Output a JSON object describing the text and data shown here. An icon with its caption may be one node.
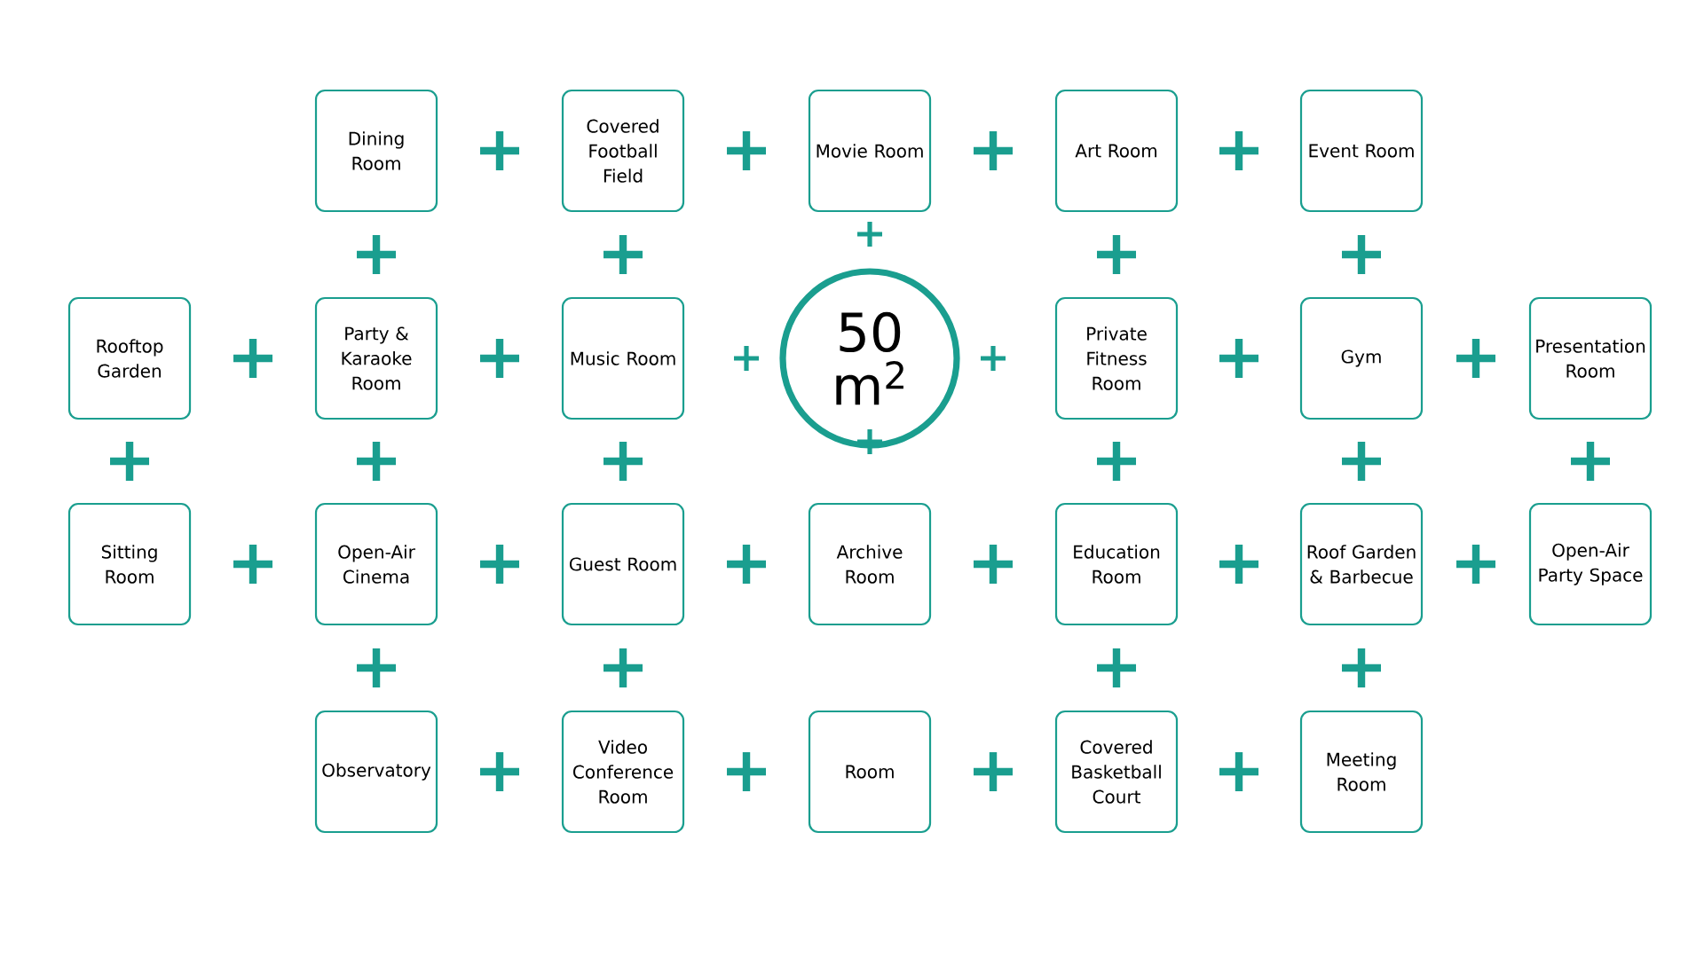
{
  "diagram": {
    "nodes": [
      {
        "text": [
          "Dining Room"
        ]
      },
      {
        "text": [
          "Covered Football Field"
        ]
      },
      {
        "text": [
          "Movie Room"
        ]
      },
      {
        "text": [
          "Art Room"
        ]
      },
      {
        "text": [
          "Event Room"
        ]
      },
      {
        "text": [
          "Rooftop Garden"
        ]
      },
      {
        "text": [
          "Party & Karaoke Room"
        ]
      },
      {
        "text": [
          "Music Room"
        ]
      },
      {
        "text": [
          "50 m$^{2}$"
        ]
      },
      {
        "text": [
          "Private Fitness Room"
        ]
      },
      {
        "text": [
          "Gym"
        ]
      },
      {
        "text": [
          "Presentation Room"
        ]
      },
      {
        "text": [
          "Sitting Room"
        ]
      },
      {
        "text": [
          "Open-Air Cinema"
        ]
      },
      {
        "text": [
          "Guest Room"
        ]
      },
      {
        "text": [
          "Archive Room"
        ]
      },
      {
        "text": [
          "Education Room"
        ]
      },
      {
        "text": [
          "Roof Garden & Barbecue"
        ]
      },
      {
        "text": [
          "Open-Air Party Space"
        ]
      },
      {
        "text": [
          "Observatory"
        ]
      },
      {
        "text": [
          "Video Conference Room"
        ]
      },
      {
        "text": [
          "Room"
        ]
      },
      {
        "text": [
          "Covered Basketball Court"
        ]
      },
      {
        "text": [
          "Meeting Room"
        ]
      }
    ]
  }
}
